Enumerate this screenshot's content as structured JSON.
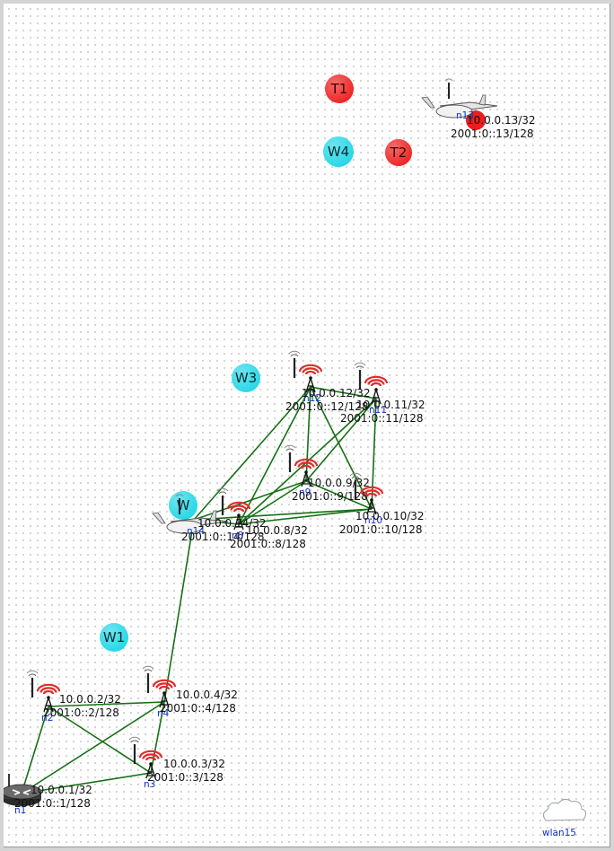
{
  "markers": [
    {
      "label": "T1",
      "color": "#ee1c1c",
      "kind": "target"
    },
    {
      "label": "T2",
      "color": "#ee1c1c",
      "kind": "target"
    },
    {
      "label": "W4",
      "color": "#1fd6e6",
      "kind": "waypoint"
    },
    {
      "label": "W3",
      "color": "#1fd6e6",
      "kind": "waypoint"
    },
    {
      "label": "W1",
      "color": "#1fd6e6",
      "kind": "waypoint"
    },
    {
      "label": "W",
      "color": "#1fd6e6",
      "kind": "waypoint"
    }
  ],
  "nodes": [
    {
      "id": "n1",
      "type": "router",
      "ipv4": "10.0.0.1/32",
      "ipv6": "2001:0::1/128"
    },
    {
      "id": "n2",
      "type": "wireless",
      "ipv4": "10.0.0.2/32",
      "ipv6": "2001:0::2/128"
    },
    {
      "id": "n3",
      "type": "wireless",
      "ipv4": "10.0.0.3/32",
      "ipv6": "2001:0::3/128"
    },
    {
      "id": "n4",
      "type": "wireless",
      "ipv4": "10.0.0.4/32",
      "ipv6": "2001:0::4/128"
    },
    {
      "id": "n8",
      "type": "wireless",
      "ipv4": "10.0.0.8/32",
      "ipv6": "2001:0::8/128"
    },
    {
      "id": "n9",
      "type": "wireless",
      "ipv4": "10.0.0.9/32",
      "ipv6": "2001:0::9/128"
    },
    {
      "id": "n10",
      "type": "wireless",
      "ipv4": "10.0.0.10/32",
      "ipv6": "2001:0::10/128"
    },
    {
      "id": "n11",
      "type": "wireless",
      "ipv4": "10.0.0.11/32",
      "ipv6": "2001:0::11/128"
    },
    {
      "id": "n12",
      "type": "wireless",
      "ipv4": "10.0.0.12/32",
      "ipv6": "2001:0::12/128"
    },
    {
      "id": "n14",
      "type": "uav",
      "ipv4": "10.0.0.14/32",
      "ipv6": "2001:0::14/128"
    },
    {
      "id": "n13",
      "type": "uav",
      "ipv4": "10.0.0.13/32",
      "ipv6": "2001:0::13/128"
    }
  ],
  "links": [
    [
      "n1",
      "n2"
    ],
    [
      "n1",
      "n3"
    ],
    [
      "n1",
      "n4"
    ],
    [
      "n2",
      "n4"
    ],
    [
      "n2",
      "n3"
    ],
    [
      "n3",
      "n4"
    ],
    [
      "n4",
      "n14"
    ],
    [
      "n14",
      "n8"
    ],
    [
      "n14",
      "n9"
    ],
    [
      "n14",
      "n10"
    ],
    [
      "n14",
      "n12"
    ],
    [
      "n8",
      "n9"
    ],
    [
      "n8",
      "n10"
    ],
    [
      "n8",
      "n11"
    ],
    [
      "n8",
      "n12"
    ],
    [
      "n9",
      "n10"
    ],
    [
      "n9",
      "n11"
    ],
    [
      "n9",
      "n12"
    ],
    [
      "n10",
      "n11"
    ],
    [
      "n10",
      "n12"
    ],
    [
      "n11",
      "n12"
    ]
  ],
  "network": {
    "label": "wlan15"
  },
  "colors": {
    "link": "#157015",
    "antenna_wave": "#e22b2b",
    "target": "#ee1c1c",
    "waypoint": "#1fd6e6"
  }
}
